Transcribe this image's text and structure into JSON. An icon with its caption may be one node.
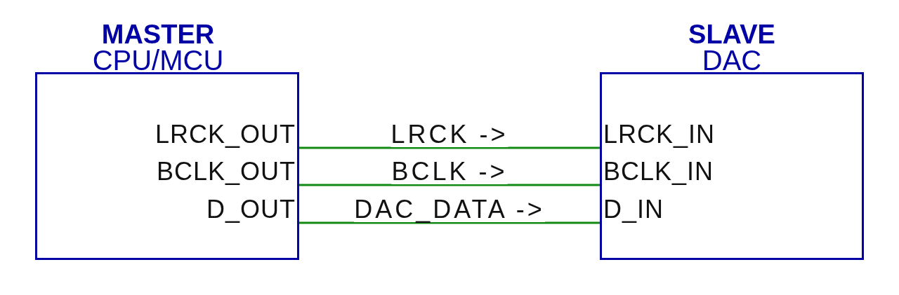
{
  "diagram": {
    "nodes": [
      {
        "text": [
          "MASTER",
          "CPU/MCU"
        ]
      },
      {
        "text": [
          "LRCK_OUT"
        ],
        "in": 0
      },
      {
        "text": [
          "BCLK_OUT"
        ],
        "in": 0
      },
      {
        "text": [
          "D_OUT"
        ],
        "in": 0
      },
      {
        "text": [
          "SLAVE",
          "DAC"
        ]
      },
      {
        "text": [
          "LRCK_IN"
        ],
        "in": 4
      },
      {
        "text": [
          "BCLK_IN"
        ],
        "in": 4
      },
      {
        "text": [
          "D_IN"
        ],
        "in": 4
      }
    ],
    "edges": [
      {
        "from": 1,
        "to": 5,
        "arrow": "none",
        "label": "LRCK ->"
      },
      {
        "from": 2,
        "to": 6,
        "arrow": "none",
        "label": "BCLK ->"
      },
      {
        "from": 3,
        "to": 7,
        "arrow": "none",
        "label": "DAC_DATA ->"
      }
    ]
  }
}
